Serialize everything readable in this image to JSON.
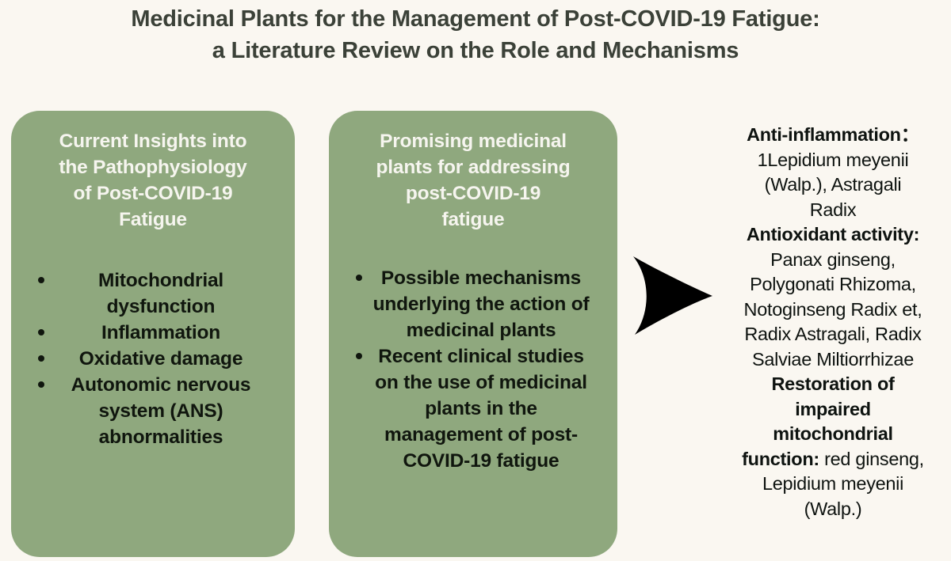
{
  "title": {
    "line1": "Medicinal Plants for the Management of Post-COVID-19 Fatigue:",
    "line2": "a Literature Review on the Role and Mechanisms"
  },
  "colors": {
    "background": "#faf7f1",
    "card_green": "#8fa87e",
    "title_text": "#3b4138",
    "card_heading_text": "#f6f5ef",
    "body_text": "#10160e",
    "arrow": "#000000"
  },
  "cards": [
    {
      "id": "pathophysiology",
      "heading_lines": [
        "Current Insights into",
        "the Pathophysiology",
        "of Post-COVID-19",
        "Fatigue"
      ],
      "bullets": [
        {
          "lines": [
            "Mitochondrial",
            "dysfunction"
          ]
        },
        {
          "lines": [
            "Inflammation"
          ]
        },
        {
          "lines": [
            "Oxidative damage"
          ]
        },
        {
          "lines": [
            "Autonomic nervous",
            "system (ANS)",
            "abnormalities"
          ]
        }
      ]
    },
    {
      "id": "plants",
      "heading_lines": [
        "Promising medicinal",
        "plants for addressing",
        "post-COVID-19",
        "fatigue"
      ],
      "bullets": [
        {
          "lines": [
            "Possible mechanisms",
            "underlying the action of",
            "medicinal plants"
          ]
        },
        {
          "lines": [
            "Recent clinical studies",
            "on the use of medicinal",
            "plants in the",
            "management of post-",
            "COVID-19 fatigue"
          ]
        }
      ]
    }
  ],
  "arrow": {
    "icon": "right-arrow-icon"
  },
  "outcomes": {
    "lines": [
      {
        "text": "Anti-inflammation：",
        "bold": true
      },
      {
        "text": "1Lepidium meyenii",
        "bold": false
      },
      {
        "text": "(Walp.),   Astragali",
        "bold": false
      },
      {
        "text": "Radix",
        "bold": false
      },
      {
        "text": "Antioxidant activity:",
        "bold": true
      },
      {
        "text": "Panax ginseng,",
        "bold": false
      },
      {
        "text": "Polygonati Rhizoma,",
        "bold": false
      },
      {
        "text": "Notoginseng Radix et,",
        "bold": false
      },
      {
        "text": "Radix Astragali, Radix",
        "bold": false
      },
      {
        "text": "Salviae Miltiorrhizae",
        "bold": false
      },
      {
        "text": "Restoration of",
        "bold": true
      },
      {
        "text": "impaired",
        "bold": true
      },
      {
        "text": "mitochondrial",
        "bold": true
      },
      {
        "text": "function:",
        "bold": true,
        "suffix": " red ginseng,"
      },
      {
        "text": "Lepidium meyenii",
        "bold": false
      },
      {
        "text": "(Walp.)",
        "bold": false
      }
    ]
  }
}
